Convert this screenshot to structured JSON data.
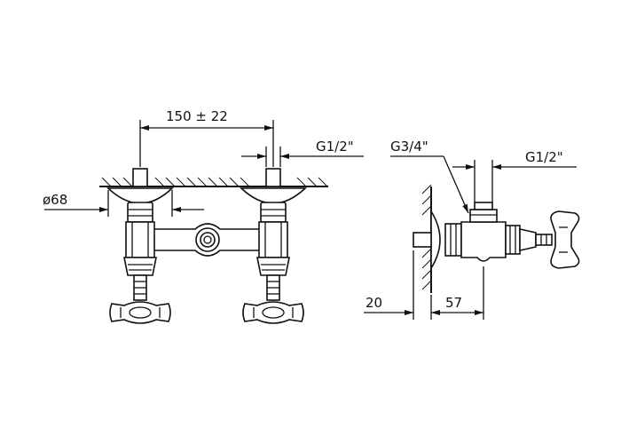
{
  "labels": {
    "spacing": "150  ±  22",
    "left_thread": "G1/2\"",
    "diameter": "ø68",
    "side_inlet": "G3/4\"",
    "side_outlet": "G1/2\"",
    "wall_offset": "20",
    "projection": "57"
  },
  "colors": {
    "line": "#111111",
    "background": "#ffffff"
  }
}
